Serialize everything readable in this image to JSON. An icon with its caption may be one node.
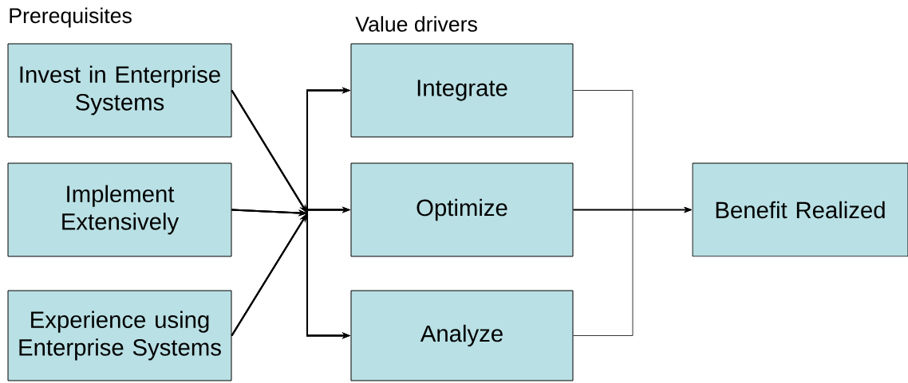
{
  "diagram": {
    "nodes": [
      {
        "text": [
          "Invest in Enterprise Systems"
        ]
      },
      {
        "text": [
          "Implement Extensively"
        ]
      },
      {
        "text": [
          "Experience using Enterprise Systems"
        ]
      },
      {
        "text": [
          "Integrate"
        ]
      },
      {
        "text": [
          "Optimize"
        ]
      },
      {
        "text": [
          "Analyze"
        ]
      },
      {
        "text": [
          "Benefit Realized"
        ]
      }
    ],
    "edges": [
      {
        "from": 0,
        "to": 3,
        "arrow": "to"
      },
      {
        "from": 0,
        "to": 4,
        "arrow": "to"
      },
      {
        "from": 0,
        "to": 5,
        "arrow": "to"
      },
      {
        "from": 1,
        "to": 3,
        "arrow": "to"
      },
      {
        "from": 1,
        "to": 4,
        "arrow": "to"
      },
      {
        "from": 1,
        "to": 5,
        "arrow": "to"
      },
      {
        "from": 2,
        "to": 3,
        "arrow": "to"
      },
      {
        "from": 2,
        "to": 4,
        "arrow": "to"
      },
      {
        "from": 2,
        "to": 5,
        "arrow": "to"
      },
      {
        "from": 3,
        "to": 6,
        "arrow": "to"
      },
      {
        "from": 4,
        "to": 6,
        "arrow": "to"
      },
      {
        "from": 5,
        "to": 6,
        "arrow": "to"
      }
    ],
    "labels": [
      "Prerequisites",
      "Value drivers"
    ]
  }
}
